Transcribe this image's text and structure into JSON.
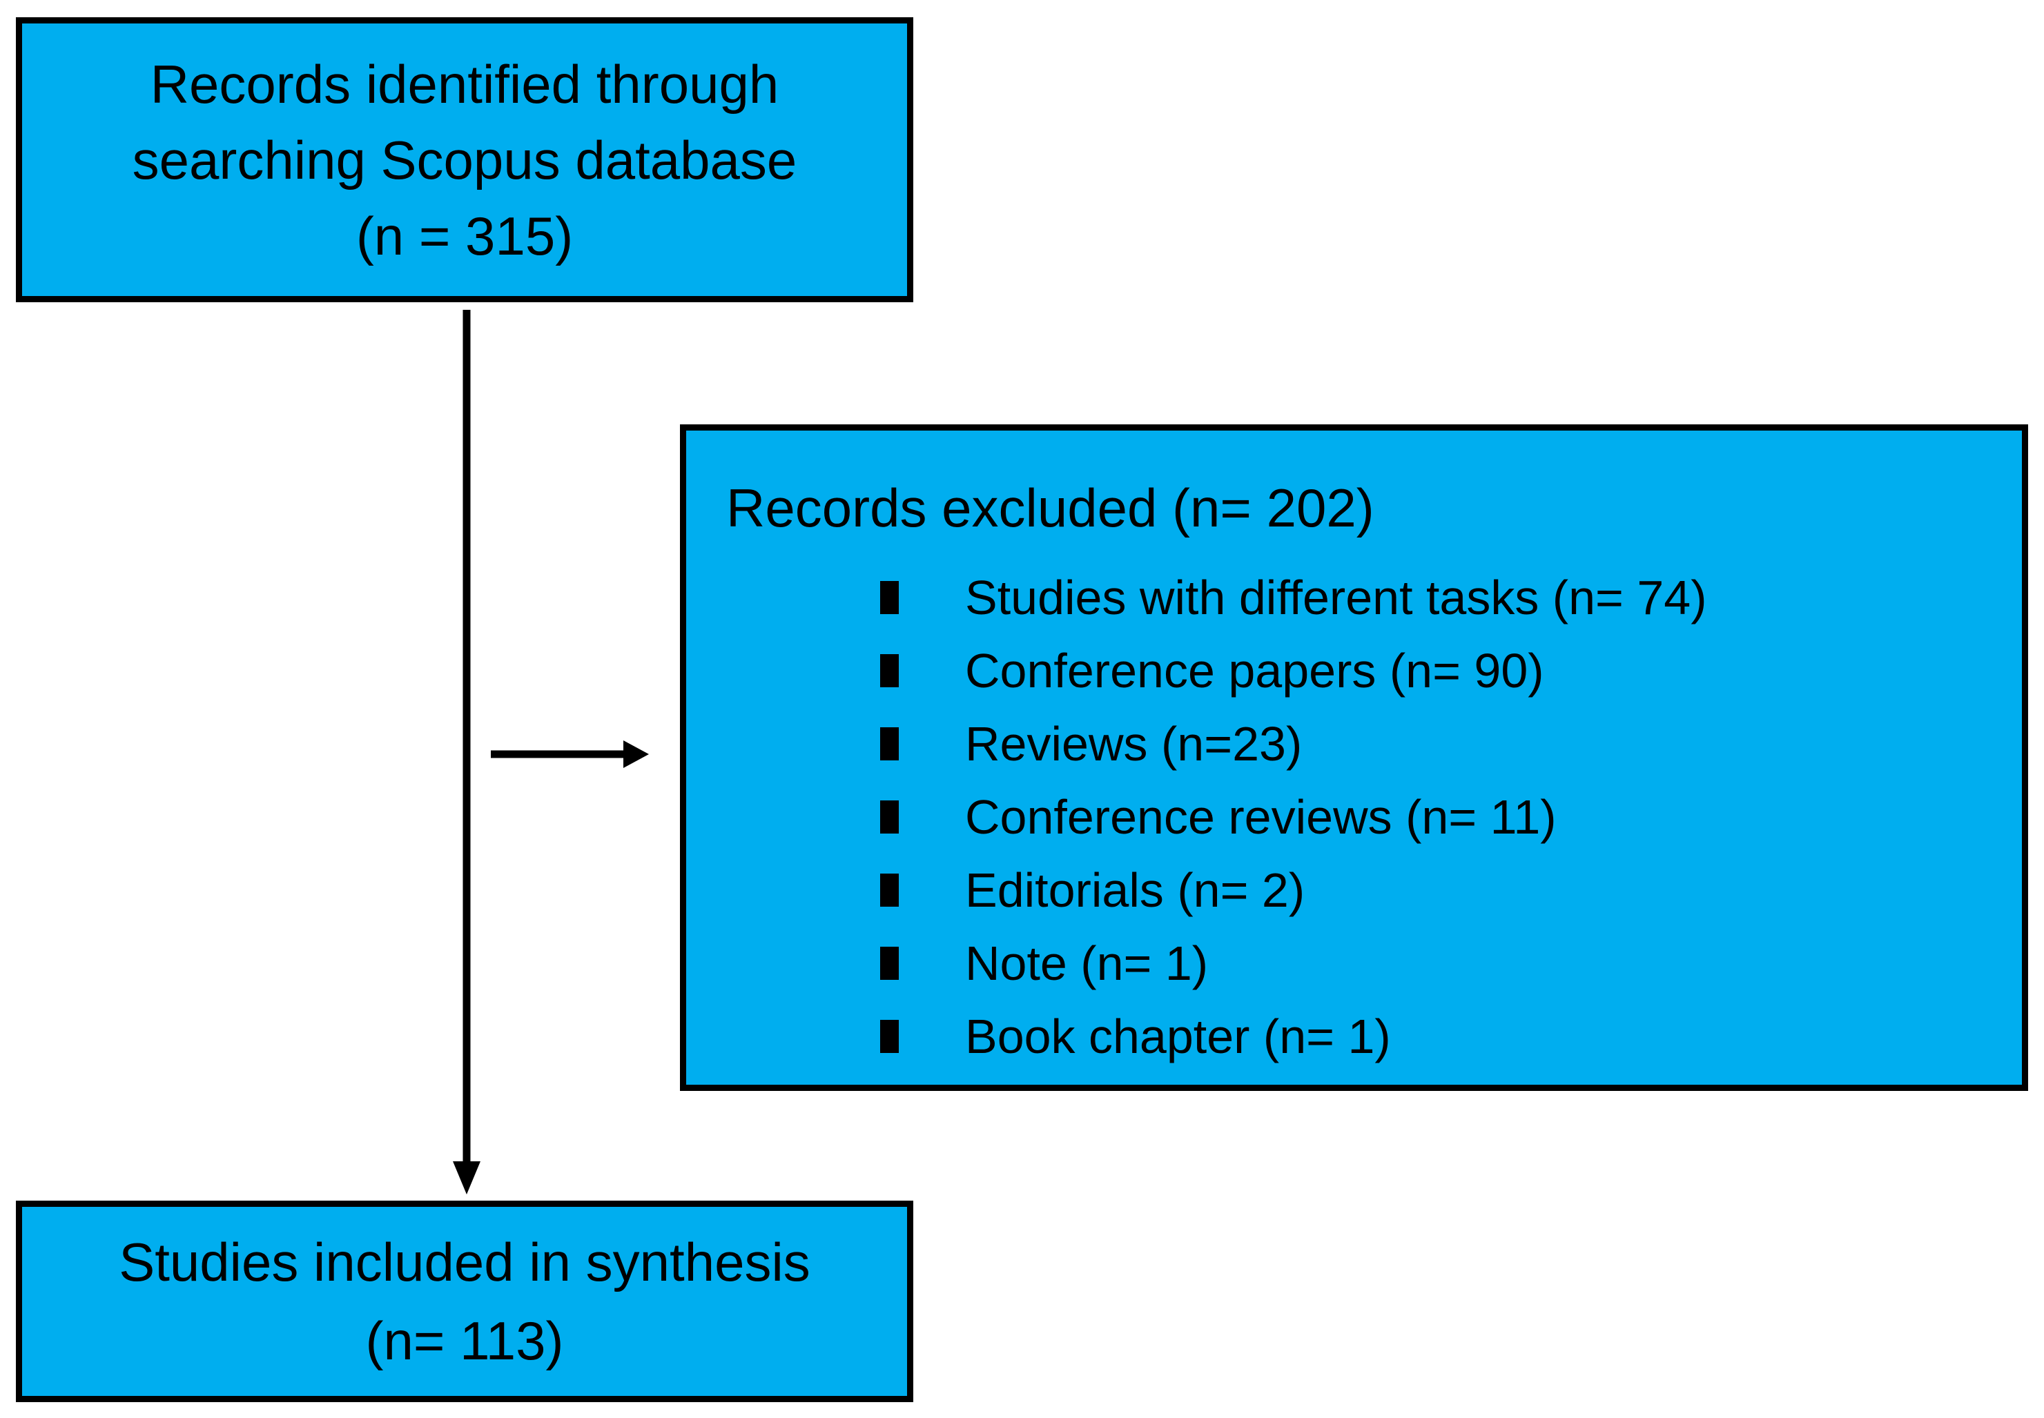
{
  "diagram": {
    "colors": {
      "box_fill": "#00AEEF",
      "box_border": "#000000",
      "arrow": "#000000",
      "text": "#000000",
      "background": "#ffffff"
    },
    "identification_box": {
      "lines": {
        "0": "Records identified through",
        "1": "searching Scopus database",
        "2": "(n = 315)"
      }
    },
    "excluded_box": {
      "title": "Records excluded (n= 202)",
      "items": {
        "0": "Studies with different tasks (n= 74)",
        "1": "Conference papers (n= 90)",
        "2": "Reviews (n=23)",
        "3": "Conference reviews (n= 11)",
        "4": "Editorials (n= 2)",
        "5": "Note (n= 1)",
        "6": "Book chapter (n= 1)"
      }
    },
    "included_box": {
      "lines": {
        "0": "Studies included in synthesis",
        "1": "(n= 113)"
      }
    }
  }
}
